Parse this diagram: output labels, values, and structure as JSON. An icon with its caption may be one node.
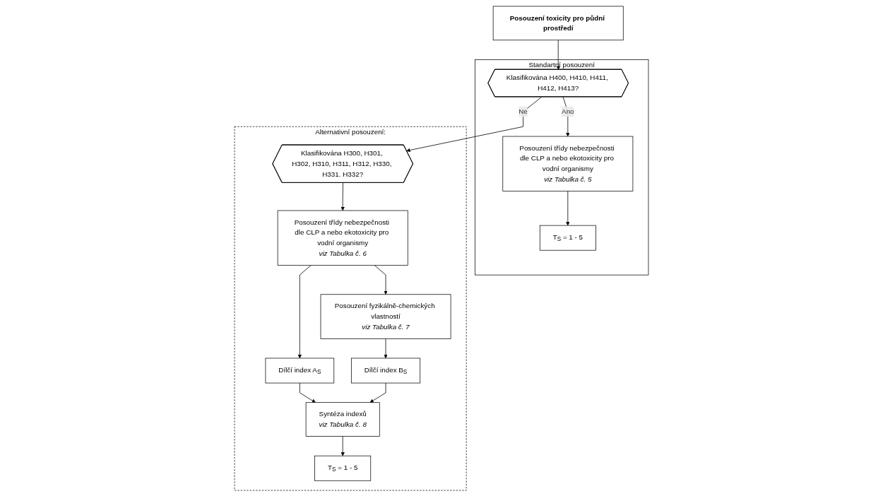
{
  "diagram": {
    "nodes": [
      {
        "text": [
          "Posouzení toxicity pro půdní prostředí"
        ]
      },
      {
        "text": [
          "Standartní posouzení"
        ]
      },
      {
        "text": [
          "Klasifikována H400, H410, H411, H412, H413?"
        ],
        "in": 1
      },
      {
        "text": [
          "Posouzení třídy nebezpečnosti dle CLP a nebo ekotoxicity pro vodní organismy",
          "viz Tabulka č. 5"
        ],
        "in": 1
      },
      {
        "text": [
          "T$_{S}$ = 1 - 5"
        ],
        "in": 1
      },
      {
        "text": [
          "Alternativní posouzení:"
        ]
      },
      {
        "text": [
          "Klasifikována H300, H301, H302, H310, H311, H312, H330, H331. H332?"
        ],
        "in": 5
      },
      {
        "text": [
          "Posouzení třídy nebezpečnosti dle CLP a nebo ekotoxicity pro vodní organismy",
          "viz Tabulka č. 6"
        ],
        "in": 5
      },
      {
        "text": [
          "Dílčí index A$_{S}$"
        ],
        "in": 5
      },
      {
        "text": [
          "Posouzení fyzikálně-chemických vlastností",
          "viz Tabulka č. 7"
        ],
        "in": 5
      },
      {
        "text": [
          "Dílčí index B$_{S}$"
        ],
        "in": 5
      },
      {
        "text": [
          "Syntéza indexů",
          "viz Tabulka č. 8"
        ],
        "in": 5
      },
      {
        "text": [
          "T$_{S}$ = 1 - 5"
        ],
        "in": 5
      }
    ],
    "edges": [
      {
        "from": 0,
        "to": 2,
        "arrow": "to"
      },
      {
        "from": 2,
        "to": 3,
        "arrow": "to",
        "label": "Ano"
      },
      {
        "from": 3,
        "to": 4,
        "arrow": "to"
      },
      {
        "from": 2,
        "to": 6,
        "arrow": "to",
        "label": "Ne"
      },
      {
        "from": 6,
        "to": 7,
        "arrow": "to"
      },
      {
        "from": 7,
        "to": 8,
        "arrow": "to"
      },
      {
        "from": 7,
        "to": 9,
        "arrow": "to"
      },
      {
        "from": 9,
        "to": 10,
        "arrow": "to"
      },
      {
        "from": 8,
        "to": 11,
        "arrow": "to"
      },
      {
        "from": 10,
        "to": 11,
        "arrow": "to"
      },
      {
        "from": 11,
        "to": 12,
        "arrow": "to"
      }
    ]
  }
}
